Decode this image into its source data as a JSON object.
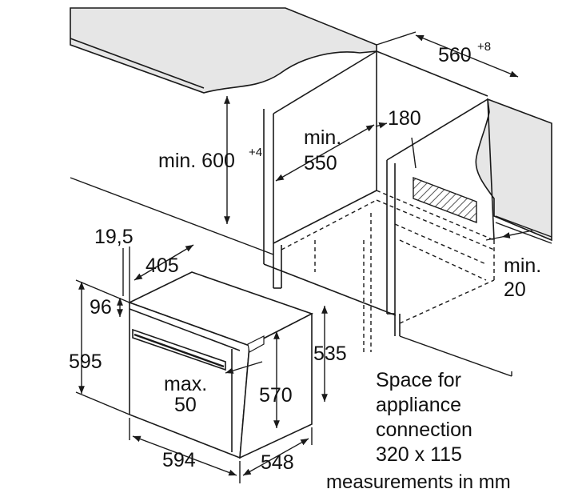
{
  "labels": {
    "depth_niche": "560",
    "depth_niche_tol": "+8",
    "height_niche_a": "min. 600",
    "height_niche_a_tol": "+4",
    "min_550_line1": "min.",
    "min_550_line2": "550",
    "vent_180": "180",
    "min_20_line1": "min.",
    "min_20_line2": "20",
    "dim_19_5": "19,5",
    "dim_405": "405",
    "dim_96": "96",
    "dim_595": "595",
    "dim_535": "535",
    "dim_570": "570",
    "max_50_line1": "max.",
    "max_50_line2": "50",
    "dim_594": "594",
    "dim_548": "548",
    "space_line1": "Space for",
    "space_line2": "appliance",
    "space_line3": "connection",
    "space_line4": "320 x 115",
    "footer": "measurements in mm"
  },
  "colors": {
    "line": "#1a1a1a",
    "worktop": "#e6e6e6",
    "hatch": "#555555",
    "background": "#ffffff"
  }
}
